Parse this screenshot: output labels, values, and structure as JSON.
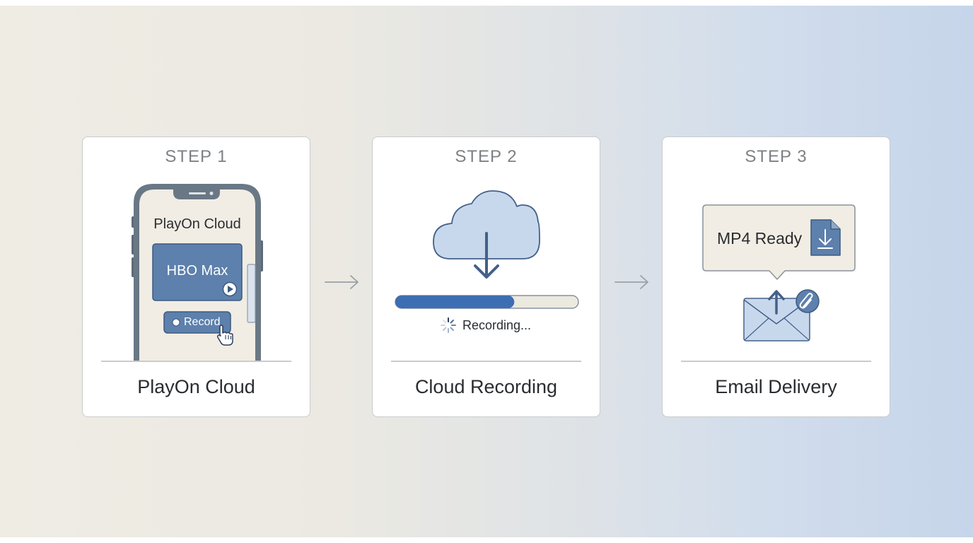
{
  "steps": [
    {
      "label": "STEP 1",
      "title": "PlayOn Cloud",
      "screen_title": "PlayOn Cloud",
      "tile_label": "HBO Max",
      "record_label": "Record"
    },
    {
      "label": "STEP 2",
      "title": "Cloud Recording",
      "status_text": "Recording...",
      "progress": 0.65
    },
    {
      "label": "STEP 3",
      "title": "Email Delivery",
      "bubble_text": "MP4 Ready"
    }
  ],
  "icons": [
    "smartphone-icon",
    "play-icon",
    "record-dot-icon",
    "hand-cursor-icon",
    "cloud-download-icon",
    "spinner-icon",
    "file-download-icon",
    "envelope-icon",
    "paperclip-icon",
    "arrow-right-icon"
  ],
  "colors": {
    "accent": "#5b7fad",
    "progress_fill": "#3d6eb4",
    "progress_track": "#ece9df",
    "cloud_fill": "#c8d8ec",
    "line": "#44608a",
    "screen_bg": "#f1ede4",
    "bubble_bg": "#f1ede4"
  }
}
